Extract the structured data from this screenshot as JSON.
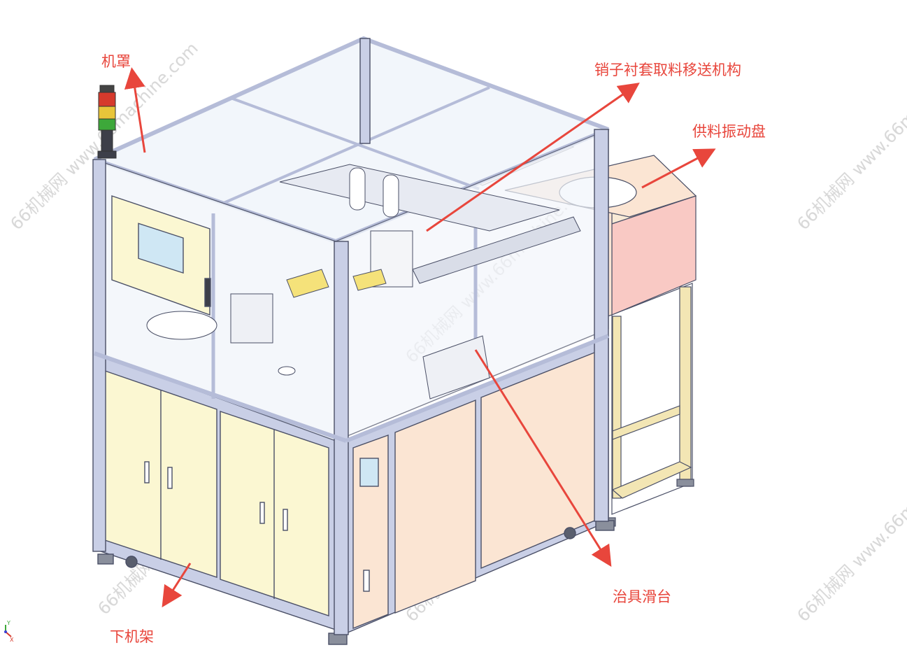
{
  "labels": {
    "hood": "机罩",
    "pin_bushing_mechanism": "销子衬套取料移送机构",
    "vibratory_feeder": "供料振动盘",
    "fixture_slide": "治具滑台",
    "lower_frame": "下机架"
  },
  "watermark": "66机械网 www.66machine.com",
  "colors": {
    "callout_text": "#e8463c",
    "arrow": "#e8463c",
    "frame_profile": "#c9cfe6",
    "frame_edge": "#4a4f66",
    "panel_yellow": "#fbf7d2",
    "panel_peach": "#fbe5d3",
    "panel_pink": "#f9c9c4",
    "feeder_stand": "#f3e6b4",
    "glass": "#f2f6fb",
    "screen": "#cfe7f4",
    "watermark": "#c8c8c8"
  },
  "axis_triad": {
    "y": "Y",
    "x": "X"
  }
}
